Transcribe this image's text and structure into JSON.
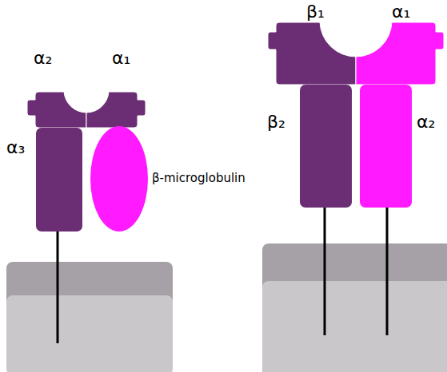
{
  "diagram": {
    "nodes": [
      {
        "text": [
          "α₂"
        ]
      },
      {
        "text": [
          "α₁"
        ]
      },
      {
        "text": [
          "α₃"
        ]
      },
      {
        "text": [
          "β-microglobulin"
        ]
      },
      {
        "text": [
          "β₁"
        ]
      },
      {
        "text": [
          "α₁"
        ]
      },
      {
        "text": [
          "β₂"
        ]
      },
      {
        "text": [
          "α₂"
        ]
      }
    ]
  }
}
